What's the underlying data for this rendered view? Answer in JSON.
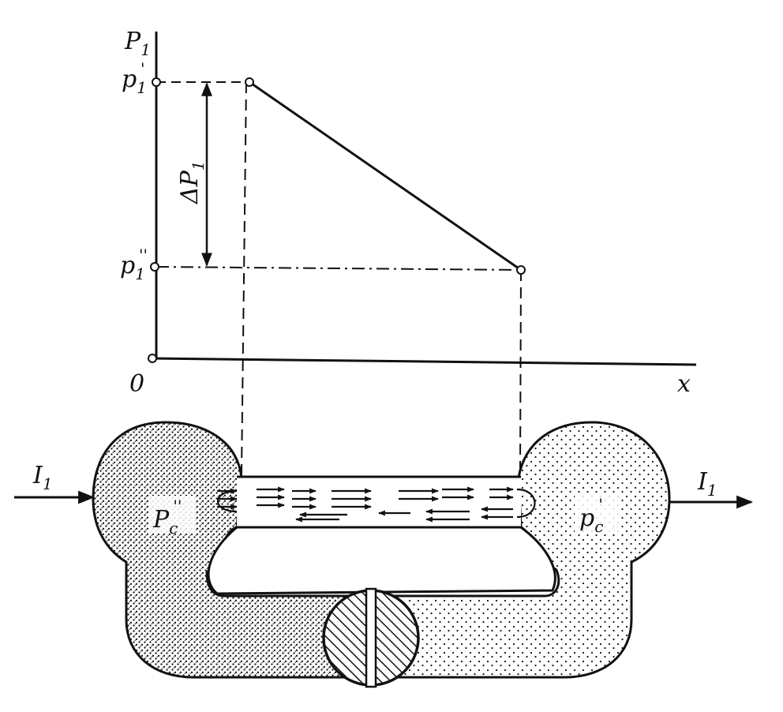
{
  "diagram": {
    "axis_labels": {
      "y_main": "P",
      "y_sub": "1",
      "x": "x",
      "origin": "0"
    },
    "levels": {
      "upper": {
        "main": "p",
        "sub": "1",
        "prime": "'"
      },
      "lower": {
        "main": "p",
        "sub": "1",
        "prime": "''"
      },
      "delta": {
        "main": "ΔP",
        "sub": "1"
      }
    },
    "currents": {
      "left": {
        "main": "I",
        "sub": "1"
      },
      "right": {
        "main": "I",
        "sub": "1"
      }
    },
    "chambers": {
      "left": {
        "main": "P",
        "sub": "c",
        "prime": "''"
      },
      "right": {
        "main": "p",
        "sub": "c",
        "prime": "'"
      }
    },
    "colors": {
      "ink": "#111111",
      "background": "#ffffff"
    }
  }
}
